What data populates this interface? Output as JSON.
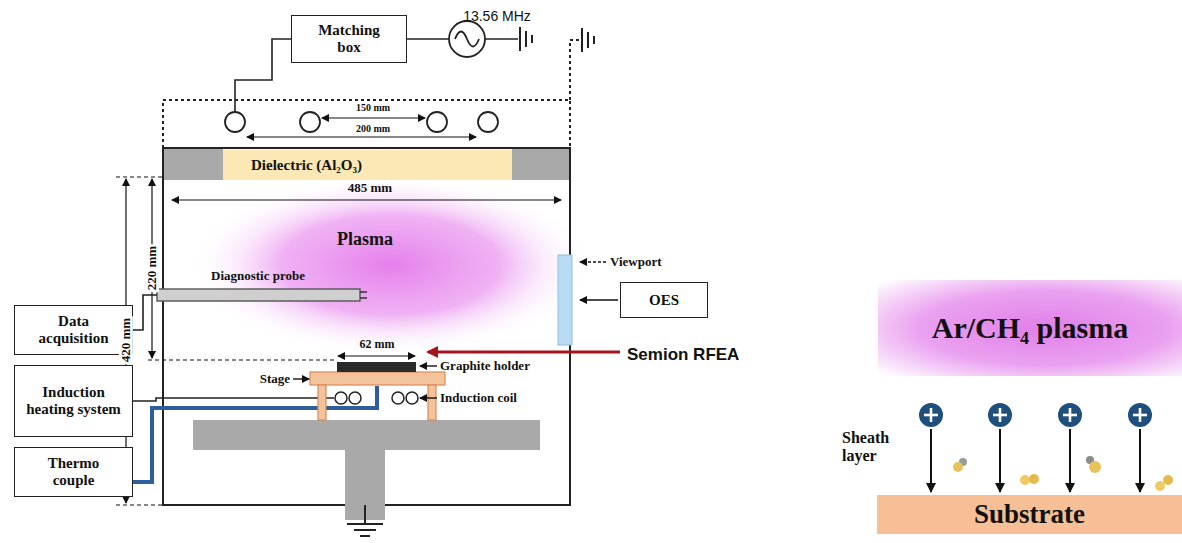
{
  "diagram": {
    "nodes": [
      {
        "text": [
          "Matching box"
        ]
      },
      {
        "text": [
          "Dielectric (Al₂O₃)"
        ]
      },
      {
        "text": [
          "Data acquisition"
        ]
      },
      {
        "text": [
          "Induction heating system"
        ]
      },
      {
        "text": [
          "Thermo couple"
        ]
      },
      {
        "text": [
          "OES"
        ]
      },
      {
        "text": [
          "Ar/CH₄ plasma"
        ]
      },
      {
        "text": [
          "Substrate"
        ]
      }
    ],
    "labels": [
      "13.56 MHz",
      "150 mm",
      "200 mm",
      "485 mm",
      "420 mm",
      "220 mm",
      "Plasma",
      "Diagnostic probe",
      "Viewport",
      "62 mm",
      "Graphite holder",
      "Semion RFEA",
      "Stage",
      "Induction coil",
      "Sheath layer"
    ]
  }
}
